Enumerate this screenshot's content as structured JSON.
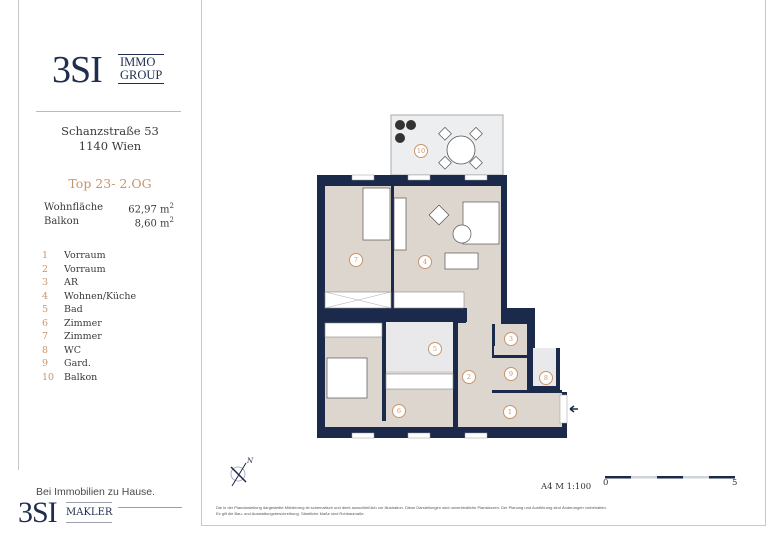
{
  "brand": {
    "logo_main": "3SI",
    "logo_line1": "IMMO",
    "logo_line2": "GROUP"
  },
  "address": {
    "street": "Schanzstraße 53",
    "city": "1140 Wien"
  },
  "unit": {
    "title": "Top 23- 2.OG"
  },
  "areas": [
    {
      "label": "Wohnfläche",
      "value": "62,97 m",
      "unit_sup": "2"
    },
    {
      "label": "Balkon",
      "value": "8,60 m",
      "unit_sup": "2"
    }
  ],
  "rooms": [
    {
      "num": "1",
      "name": "Vorraum"
    },
    {
      "num": "2",
      "name": "Vorraum"
    },
    {
      "num": "3",
      "name": "AR"
    },
    {
      "num": "4",
      "name": "Wohnen/Küche"
    },
    {
      "num": "5",
      "name": "Bad"
    },
    {
      "num": "6",
      "name": "Zimmer"
    },
    {
      "num": "7",
      "name": "Zimmer"
    },
    {
      "num": "8",
      "name": "WC"
    },
    {
      "num": "9",
      "name": "Gard."
    },
    {
      "num": "10",
      "name": "Balkon"
    }
  ],
  "footer": {
    "tagline": "Bei Immobilien zu Hause.",
    "makler_logo": "3SI",
    "makler_label": "MAKLER",
    "disclaimer": "Die in der Plandarstellung dargestellte Möblierung ist schematisch und dient ausschließlich zur Illustration. Diese Darstellungen sind unverbindliche Planskizzen. Der Planung und Ausführung sind Änderungen vorbehalten. Es gilt die Bau- und Ausstattungsbeschreibung. Sämtliche Maße sind Rohbaumaße.",
    "scale": "A4  M 1:100",
    "scale_start": "0",
    "scale_end": "5",
    "north": "N"
  },
  "colors": {
    "navy": "#1b2a4a",
    "accent": "#c8956b",
    "floor": "#ddd6cf",
    "tile": "#e9e9ec"
  }
}
